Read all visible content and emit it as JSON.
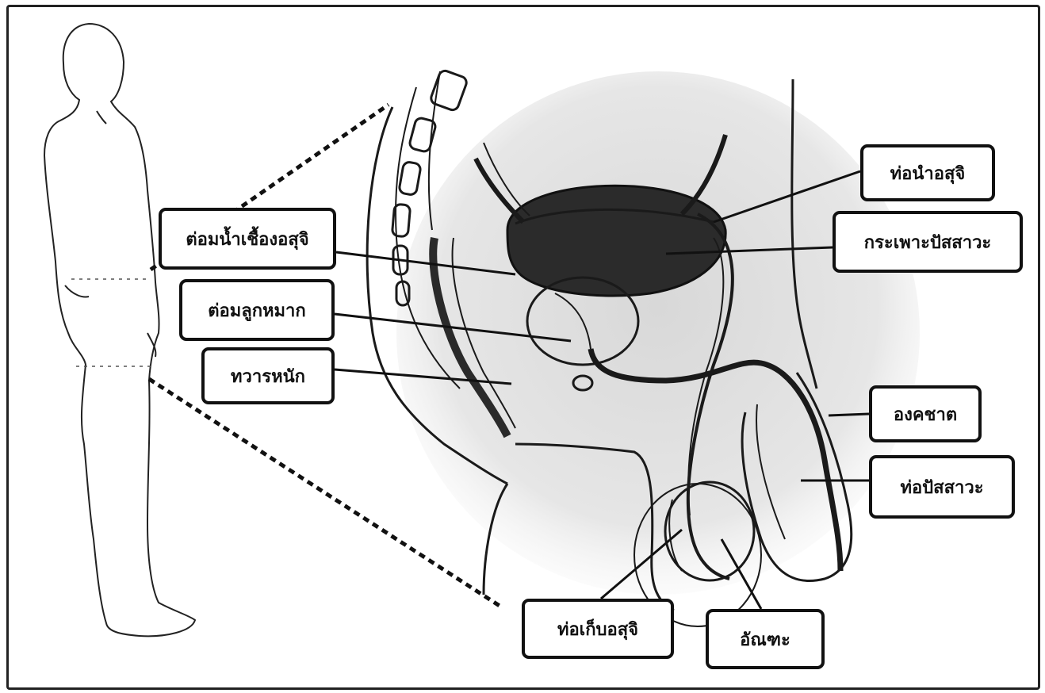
{
  "diagram": {
    "labels": {
      "seminal_vesicle": "ต่อมน้ำเชื้องอสุจิ",
      "prostate": "ต่อมลูกหมาก",
      "rectum": "ทวารหนัก",
      "vas_deferens": "ท่อนำอสุจิ",
      "bladder": "กระเพาะปัสสาวะ",
      "penis": "องคชาต",
      "urethra": "ท่อปัสสาวะ",
      "epididymis": "ท่อเก็บอสุจิ",
      "testis": "อัณฑะ"
    }
  }
}
